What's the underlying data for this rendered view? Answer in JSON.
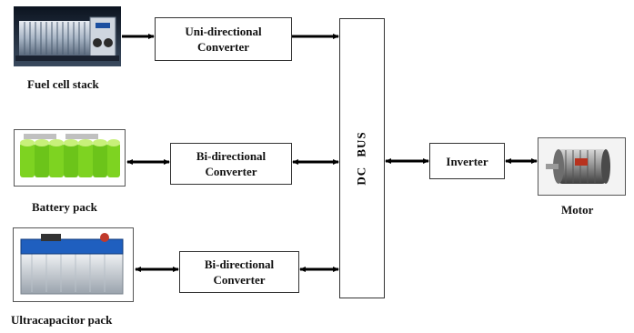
{
  "sources": {
    "fuel_cell": {
      "caption": "Fuel cell stack",
      "converter": [
        "Uni-directional",
        "Converter"
      ]
    },
    "battery": {
      "caption": "Battery pack",
      "converter": [
        "Bi-directional",
        "Converter"
      ]
    },
    "ultracapacitor": {
      "caption": "Ultracapacitor pack",
      "converter": [
        "Bi-directional",
        "Converter"
      ]
    }
  },
  "bus": {
    "label": "DC  BUS"
  },
  "inverter": {
    "label": "Inverter"
  },
  "motor": {
    "caption": "Motor"
  },
  "arrows": [
    {
      "from": "fuel_cell_image",
      "to": "uni_directional_converter",
      "direction": "one-way"
    },
    {
      "from": "uni_directional_converter",
      "to": "dc_bus",
      "direction": "one-way"
    },
    {
      "from": "battery_image",
      "to": "bi_directional_converter_1",
      "direction": "two-way"
    },
    {
      "from": "bi_directional_converter_1",
      "to": "dc_bus",
      "direction": "two-way"
    },
    {
      "from": "ultracapacitor_image",
      "to": "bi_directional_converter_2",
      "direction": "two-way"
    },
    {
      "from": "bi_directional_converter_2",
      "to": "dc_bus",
      "direction": "two-way"
    },
    {
      "from": "dc_bus",
      "to": "inverter",
      "direction": "two-way"
    },
    {
      "from": "inverter",
      "to": "motor_image",
      "direction": "two-way"
    }
  ]
}
